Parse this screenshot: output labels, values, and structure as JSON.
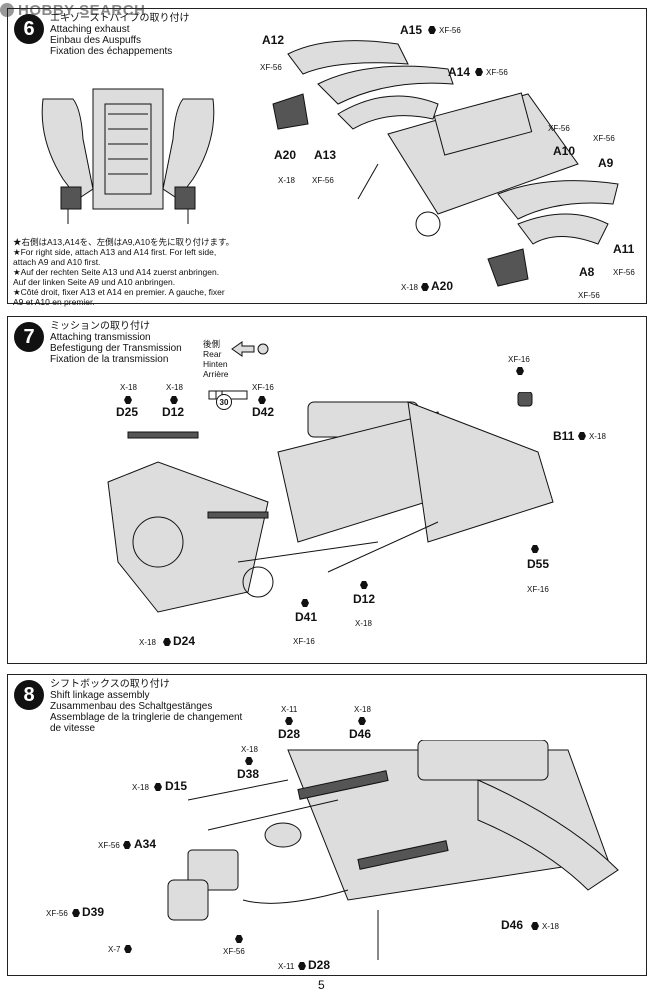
{
  "watermark": "HOBBY SEARCH",
  "page_number": "5",
  "steps": [
    {
      "number": "6",
      "titles": [
        "エキゾーストパイプの取り付け",
        "Attaching exhaust",
        "Einbau des Auspuffs",
        "Fixation des échappements"
      ],
      "notes": [
        "★右側はA13,A14を、左側はA9,A10を先に取り付けます。",
        "★For right side, attach A13 and A14 first. For left side,",
        "attach A9 and A10 first.",
        "★Auf der rechten Seite A13 und A14 zuerst anbringen.",
        "Auf der linken Seite A9 und A10 anbringen.",
        "★Côté droit, fixer A13 et A14 en premier. A gauche, fixer",
        "A9 et A10 en premier."
      ],
      "parts": [
        {
          "id": "A12",
          "paint": "XF-56"
        },
        {
          "id": "A15",
          "paint": "XF-56"
        },
        {
          "id": "A14",
          "paint": "XF-56"
        },
        {
          "id": "A20",
          "paint": "X-18"
        },
        {
          "id": "A13",
          "paint": "XF-56"
        },
        {
          "id": "A10",
          "paint": "XF-56"
        },
        {
          "id": "A9",
          "paint": "XF-56"
        },
        {
          "id": "A11",
          "paint": "XF-56"
        },
        {
          "id": "A8",
          "paint": "XF-56"
        },
        {
          "id": "A20b",
          "label": "A20",
          "paint": "X-18"
        }
      ]
    },
    {
      "number": "7",
      "titles": [
        "ミッションの取り付け",
        "Attaching transmission",
        "Befestigung der Transmission",
        "Fixation de la transmission"
      ],
      "rear": [
        "後側",
        "Rear",
        "Hinten",
        "Arrière"
      ],
      "parts": [
        {
          "id": "D25",
          "paint": "X-18"
        },
        {
          "id": "D12",
          "paint": "X-18"
        },
        {
          "id": "D42",
          "paint": "XF-16"
        },
        {
          "id": "B11",
          "paint": "X-18"
        },
        {
          "id": "B11top",
          "paint": "XF-16"
        },
        {
          "id": "D55",
          "paint": "XF-16"
        },
        {
          "id": "D12b",
          "label": "D12",
          "paint": "X-18"
        },
        {
          "id": "D41",
          "paint": "XF-16"
        },
        {
          "id": "D24",
          "paint": "X-18"
        }
      ],
      "screw": "30"
    },
    {
      "number": "8",
      "titles": [
        "シフトボックスの取り付け",
        "Shift linkage assembly",
        "Zusammenbau des Schaltgestänges",
        "Assemblage de la tringlerie de changement",
        "de vitesse"
      ],
      "parts": [
        {
          "id": "D28",
          "paint": "X-11"
        },
        {
          "id": "D46",
          "paint": "X-18"
        },
        {
          "id": "D38",
          "paint": "X-18"
        },
        {
          "id": "D15",
          "paint": "X-18"
        },
        {
          "id": "A34",
          "paint": "XF-56"
        },
        {
          "id": "D39",
          "paint": "XF-56"
        },
        {
          "id": "X7",
          "paint": "X-7"
        },
        {
          "id": "XF56b",
          "paint": "XF-56"
        },
        {
          "id": "D46b",
          "label": "D46",
          "paint": "X-18"
        },
        {
          "id": "D28b",
          "label": "D28",
          "paint": "X-11"
        }
      ]
    }
  ]
}
